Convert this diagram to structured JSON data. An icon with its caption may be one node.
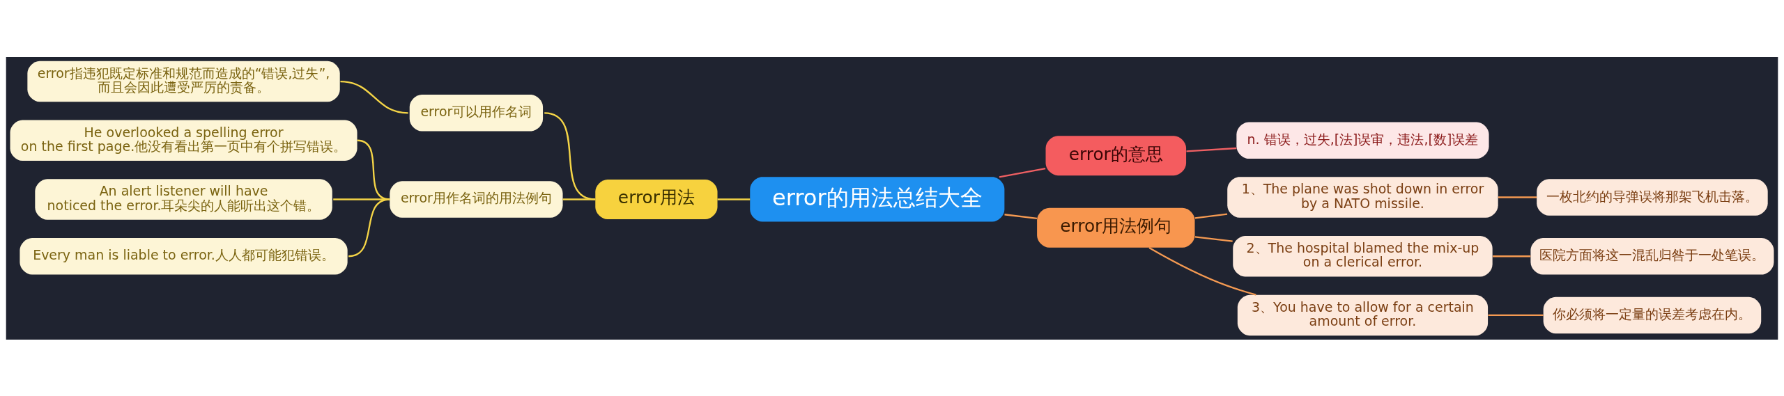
{
  "diagram": {
    "nodes": [
      {
        "text": [
          "error的用法总结大全"
        ]
      },
      {
        "text": [
          "error用法"
        ]
      },
      {
        "text": [
          "error可以用作名词"
        ]
      },
      {
        "text": [
          "error指违犯既定标准和规范而造成的“错误,过失”,而且会因此遭受严厉的责备。"
        ]
      },
      {
        "text": [
          "error用作名词的用法例句"
        ]
      },
      {
        "text": [
          "He overlooked a spelling error on the first page.他没有看出第一页中有个拼写错误。"
        ]
      },
      {
        "text": [
          "An alert listener will have noticed the error.耳朵尖的人能听出这个错。"
        ]
      },
      {
        "text": [
          "Every man is liable to error.人人都可能犯错误。"
        ]
      },
      {
        "text": [
          "error的意思"
        ]
      },
      {
        "text": [
          "n. 错误，过失,[法]误审，违法,[数]误差"
        ]
      },
      {
        "text": [
          "error用法例句"
        ]
      },
      {
        "text": [
          "1、The plane was shot down in error by a NATO missile."
        ]
      },
      {
        "text": [
          "2、The hospital blamed the mix-up on a clerical error."
        ]
      },
      {
        "text": [
          "3、You have to allow for a certain amount of error."
        ]
      },
      {
        "text": [
          "一枚北约的导弹误将那架飞机击落。"
        ]
      },
      {
        "text": [
          "医院方面将这一混乱归咎于一处笔误。"
        ]
      },
      {
        "text": [
          "你必须将一定量的误差考虑在内。"
        ]
      }
    ],
    "edges": [
      {
        "from": 0,
        "to": 1,
        "arrow": "none",
        "color": "#f5d547"
      },
      {
        "from": 1,
        "to": 2,
        "arrow": "none",
        "color": "#f5d547"
      },
      {
        "from": 2,
        "to": 3,
        "arrow": "none",
        "color": "#f5d547"
      },
      {
        "from": 1,
        "to": 4,
        "arrow": "none",
        "color": "#f5d547"
      },
      {
        "from": 4,
        "to": 5,
        "arrow": "none",
        "color": "#f5d547"
      },
      {
        "from": 4,
        "to": 6,
        "arrow": "none",
        "color": "#f5d547"
      },
      {
        "from": 4,
        "to": 7,
        "arrow": "none",
        "color": "#f5d547"
      },
      {
        "from": 0,
        "to": 8,
        "arrow": "none",
        "color": "#f06063"
      },
      {
        "from": 8,
        "to": 9,
        "arrow": "none",
        "color": "#f06063"
      },
      {
        "from": 0,
        "to": 10,
        "arrow": "none"
      },
      {
        "from": 10,
        "to": 11,
        "arrow": "none"
      },
      {
        "from": 10,
        "to": 12,
        "arrow": "none"
      },
      {
        "from": 10,
        "to": 13,
        "arrow": "none"
      },
      {
        "from": 11,
        "to": 14,
        "arrow": "none"
      },
      {
        "from": 12,
        "to": 15,
        "arrow": "none"
      },
      {
        "from": 13,
        "to": 16,
        "arrow": "none"
      }
    ]
  }
}
